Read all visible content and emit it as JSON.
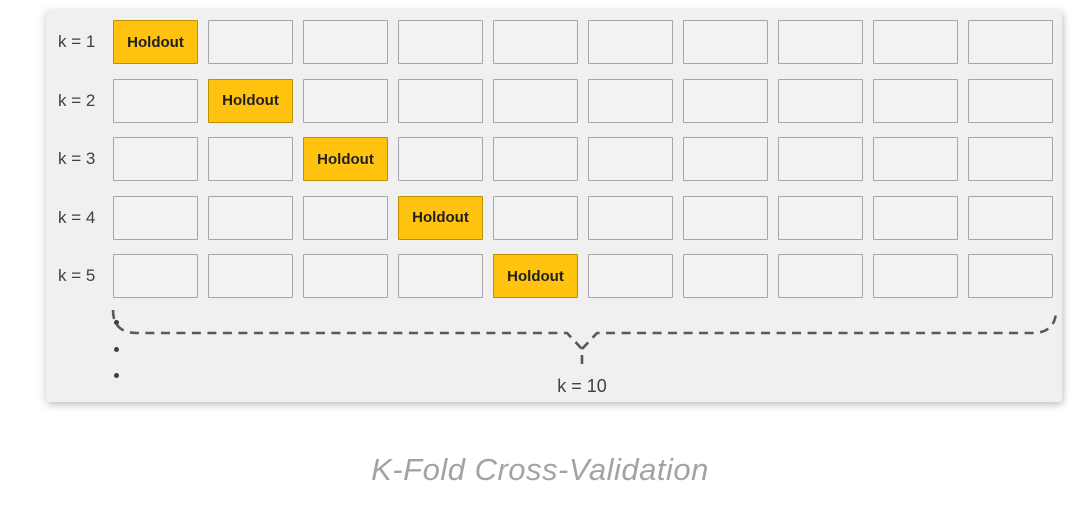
{
  "panel": {
    "columns": 10,
    "holdout_label": "Holdout",
    "rows": [
      {
        "label": "k = 1",
        "holdout_index": 0
      },
      {
        "label": "k = 2",
        "holdout_index": 1
      },
      {
        "label": "k = 3",
        "holdout_index": 2
      },
      {
        "label": "k = 4",
        "holdout_index": 3
      },
      {
        "label": "k = 5",
        "holdout_index": 4
      }
    ],
    "ellipsis_dots": 3,
    "brace_label": "k = 10"
  },
  "caption": "K-Fold Cross-Validation",
  "colors": {
    "panel_bg": "#F0F0F0",
    "box_fill": "#F2F2F2",
    "box_border": "#A6A6A6",
    "holdout_fill": "#FFC20E",
    "holdout_border": "#BF9000",
    "label_text": "#404040",
    "brace": "#595959",
    "caption_text": "#A3A3A3"
  }
}
